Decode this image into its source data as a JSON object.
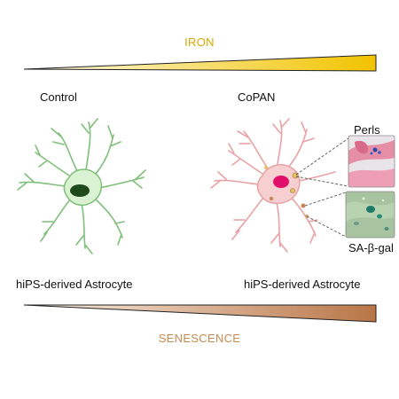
{
  "iron": {
    "label": "IRON",
    "color_start": "#fffbe6",
    "color_end": "#f2c300"
  },
  "senescence": {
    "label": "SENESCENCE",
    "color_start": "#fbf1e6",
    "color_end": "#b87546"
  },
  "control": {
    "title": "Control",
    "caption": "hiPS-derived Astrocyte",
    "cell_color": "#d9f2d2",
    "nucleus_color": "#1f4a1c"
  },
  "copan": {
    "title": "CoPAN",
    "caption": "hiPS-derived Astrocyte",
    "cell_color": "#f7cfd0",
    "nucleus_color": "#e0106a"
  },
  "stains": {
    "perls": "Perls",
    "sa_beta_gal": "SA-β-gal"
  }
}
